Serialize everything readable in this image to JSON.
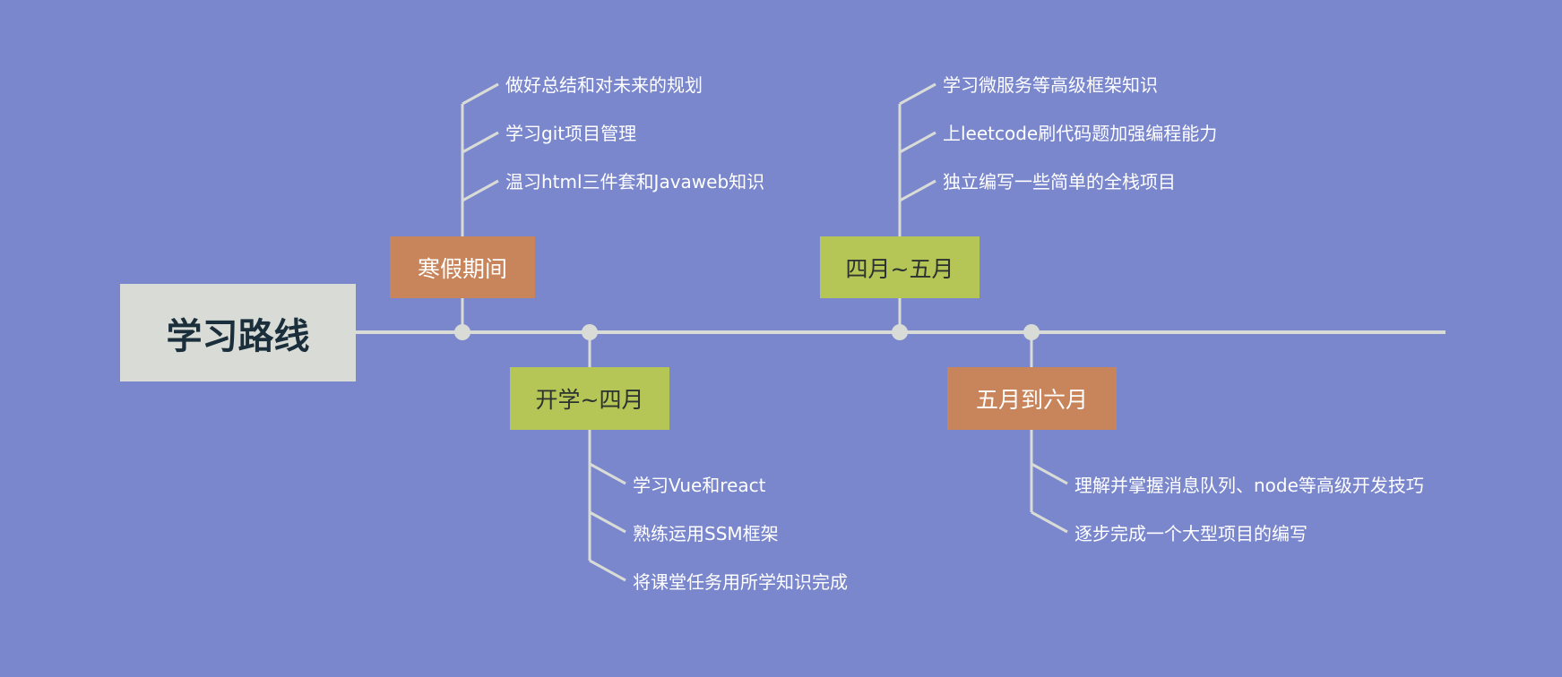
{
  "colors": {
    "background": "#7A87CC",
    "line": "#D9DCD6",
    "root_fill": "#D9DCD6",
    "root_text": "#1A2E3B",
    "orange": "#C8845A",
    "green": "#B5C556",
    "leaf_text": "#FFFFFF"
  },
  "root": {
    "label": "学习路线"
  },
  "branches": [
    {
      "label": "寒假期间",
      "color": "orange",
      "items": [
        "做好总结和对未来的规划",
        "学习git项目管理",
        "温习html三件套和Javaweb知识"
      ]
    },
    {
      "label": "开学~四月",
      "color": "green",
      "items": [
        "学习Vue和react",
        "熟练运用SSM框架",
        "将课堂任务用所学知识完成"
      ]
    },
    {
      "label": "四月~五月",
      "color": "green",
      "items": [
        "学习微服务等高级框架知识",
        "上leetcode刷代码题加强编程能力",
        "独立编写一些简单的全栈项目"
      ]
    },
    {
      "label": "五月到六月",
      "color": "orange",
      "items": [
        "理解并掌握消息队列、node等高级开发技巧",
        "逐步完成一个大型项目的编写"
      ]
    }
  ]
}
